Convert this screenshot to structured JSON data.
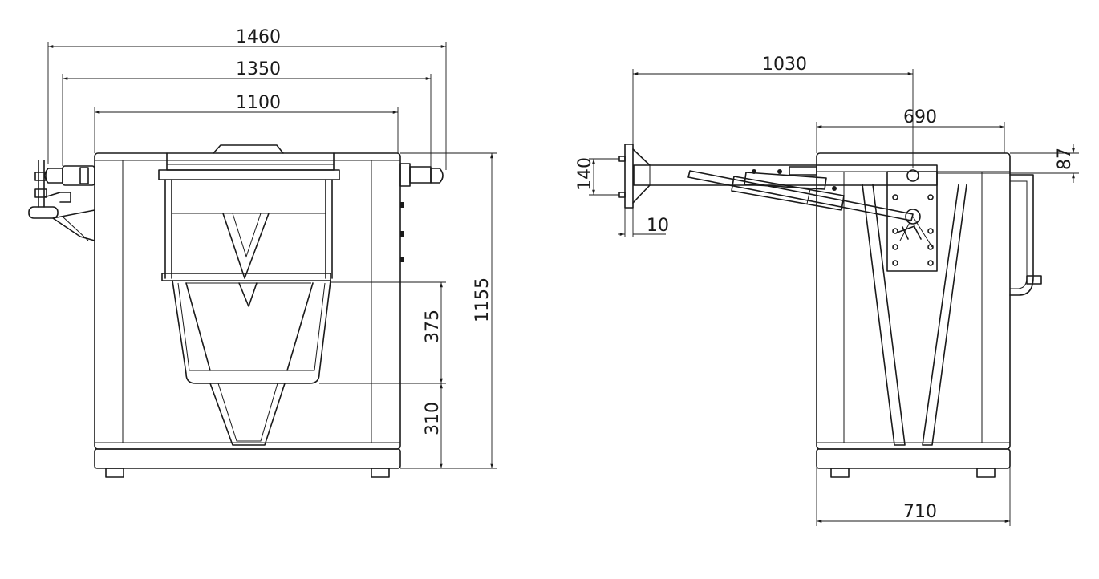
{
  "dimensions": {
    "front_overall_width": "1460",
    "front_width_with_fittings": "1350",
    "front_body_width": "1100",
    "front_height": "1155",
    "front_upper_basket": "375",
    "front_lower_basket": "310",
    "side_arm_reach": "1030",
    "side_body_depth": "690",
    "side_top_offset": "87",
    "side_bracket_height": "140",
    "side_plate_thickness": "10",
    "side_base_depth": "710"
  }
}
